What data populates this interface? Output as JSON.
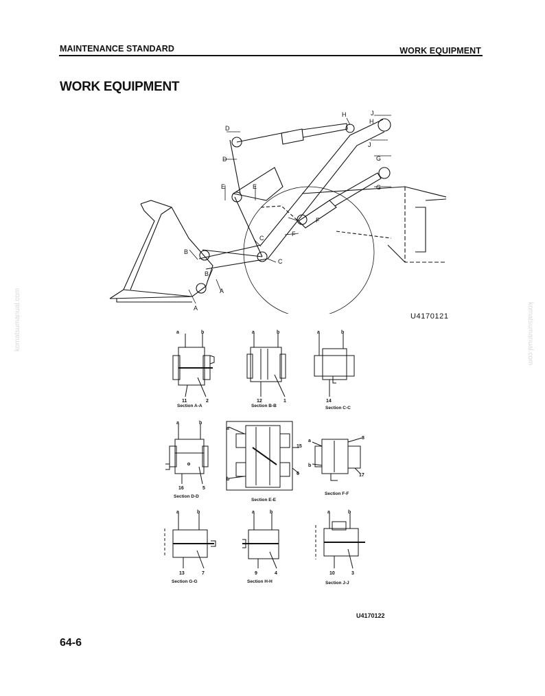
{
  "header": {
    "left": "MAINTENANCE STANDARD",
    "right": "WORK EQUIPMENT"
  },
  "title": "WORK EQUIPMENT",
  "figure_main": {
    "code": "U4170121",
    "labels": [
      "A",
      "A",
      "B",
      "B",
      "C",
      "C",
      "D",
      "D",
      "E",
      "E",
      "F",
      "F",
      "G",
      "G",
      "H",
      "H",
      "J",
      "J"
    ]
  },
  "sections": [
    {
      "caption": "Section A-A",
      "callouts": [
        "a",
        "b",
        "11",
        "2"
      ]
    },
    {
      "caption": "Section B-B",
      "callouts": [
        "a",
        "b",
        "12",
        "1"
      ]
    },
    {
      "caption": "Section C-C",
      "callouts": [
        "a",
        "b",
        "14"
      ]
    },
    {
      "caption": "Section D-D",
      "callouts": [
        "a",
        "b",
        "16",
        "5"
      ]
    },
    {
      "caption": "Section E-E",
      "callouts": [
        "a",
        "b",
        "15",
        "6"
      ]
    },
    {
      "caption": "Section F-F",
      "callouts": [
        "a",
        "b",
        "8",
        "17"
      ]
    },
    {
      "caption": "Section G-G",
      "callouts": [
        "a",
        "b",
        "13",
        "7"
      ]
    },
    {
      "caption": "Section H-H",
      "callouts": [
        "a",
        "b",
        "9",
        "4"
      ]
    },
    {
      "caption": "Section J-J",
      "callouts": [
        "a",
        "b",
        "10",
        "3"
      ]
    }
  ],
  "figure_sections_code": "U4170122",
  "page_number": "64-6",
  "watermark": "komatsumanual.com"
}
